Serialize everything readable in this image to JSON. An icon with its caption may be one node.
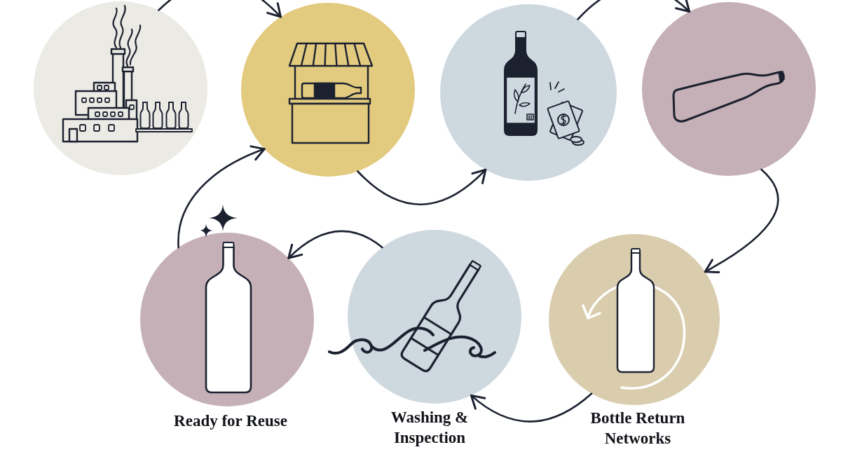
{
  "diagram": {
    "nodes": [
      {
        "text": [],
        "shape": "circle"
      },
      {
        "text": [],
        "shape": "circle"
      },
      {
        "text": [],
        "shape": "circle"
      },
      {
        "text": [],
        "shape": "circle"
      },
      {
        "text": [
          "Ready for Reuse"
        ]
      },
      {
        "text": [
          "Washing & Inspection"
        ]
      },
      {
        "text": [
          "Bottle Return Networks"
        ]
      }
    ],
    "edges": [
      {
        "from": 0,
        "to": 1,
        "arrow": "to"
      },
      {
        "from": 1,
        "to": 2,
        "arrow": "to"
      },
      {
        "from": 2,
        "to": 3,
        "arrow": "to"
      },
      {
        "from": 3,
        "to": 6,
        "arrow": "to"
      },
      {
        "from": 6,
        "to": 5,
        "arrow": "to"
      },
      {
        "from": 5,
        "to": 4,
        "arrow": "to"
      },
      {
        "from": 4,
        "to": 1,
        "arrow": "to"
      }
    ]
  }
}
